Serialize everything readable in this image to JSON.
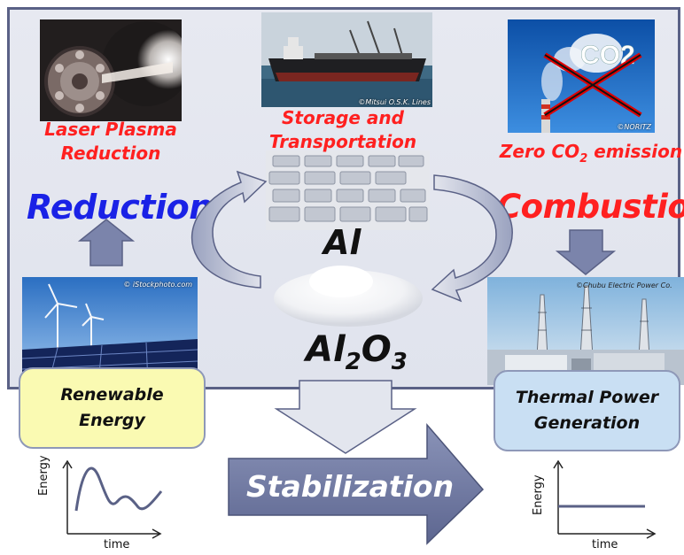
{
  "captions": {
    "laser": [
      "Laser Plasma",
      "Reduction"
    ],
    "storage": [
      "Storage and",
      "Transportation"
    ],
    "zero": "Zero CO",
    "zero_sub": "2",
    "zero_tail": " emission"
  },
  "labels": {
    "reduction": "Reduction",
    "combustion": "Combustion",
    "al": "Al",
    "al2o3": [
      "Al",
      "2",
      "O",
      "3"
    ],
    "stabilization": "Stabilization"
  },
  "boxes": {
    "renewable": [
      "Renewable",
      "Energy"
    ],
    "thermal": [
      "Thermal Power",
      "Generation"
    ]
  },
  "credits": {
    "ship": "©Mitsui O.S.K. Lines",
    "co2": "©NORITZ",
    "istock": "© iStockphoto.com",
    "chubu": "©Chubu Electric Power Co."
  },
  "co2_cloud": "CO2",
  "graphs": {
    "left": {
      "ylabel": "Energy",
      "xlabel": "time"
    },
    "right": {
      "ylabel": "Energy",
      "xlabel": "time"
    }
  },
  "colors": {
    "red": "#ff2020",
    "blue": "#1a22e6",
    "arrow_fill": "#7b84ab",
    "renewable_box": "#fafab2",
    "thermal_box": "#c9dff3"
  }
}
